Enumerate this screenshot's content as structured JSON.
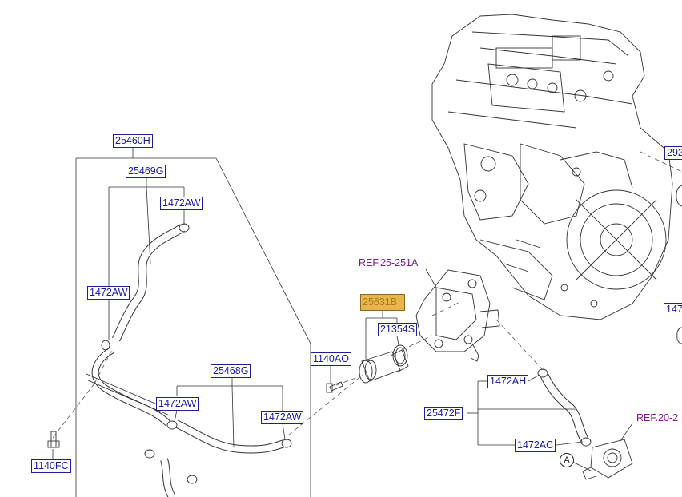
{
  "parts": {
    "p25460H": "25460H",
    "p25469G": "25469G",
    "p1472AW_top": "1472AW",
    "p1472AW_left": "1472AW",
    "p25468G": "25468G",
    "p1472AW_mid": "1472AW",
    "p1472AW_right": "1472AW",
    "p1140FC": "1140FC",
    "p1140AO": "1140AO",
    "p21354S": "21354S",
    "p_highlight": "25631B",
    "p1472AH": "1472AH",
    "p25472F": "25472F",
    "p1472AC": "1472AC",
    "p292_cut": "292",
    "p147_cut": "147"
  },
  "refs": {
    "ref_thermostat": "REF.25-251A",
    "ref_oil_cooler": "REF.20-2"
  },
  "callouts": {
    "a": "A"
  },
  "colors": {
    "label_text": "#1a1aa6",
    "label_border": "#1f1f9e",
    "ref_text": "#7a1c8c",
    "highlight": "#e8b54a",
    "line": "#333333"
  }
}
